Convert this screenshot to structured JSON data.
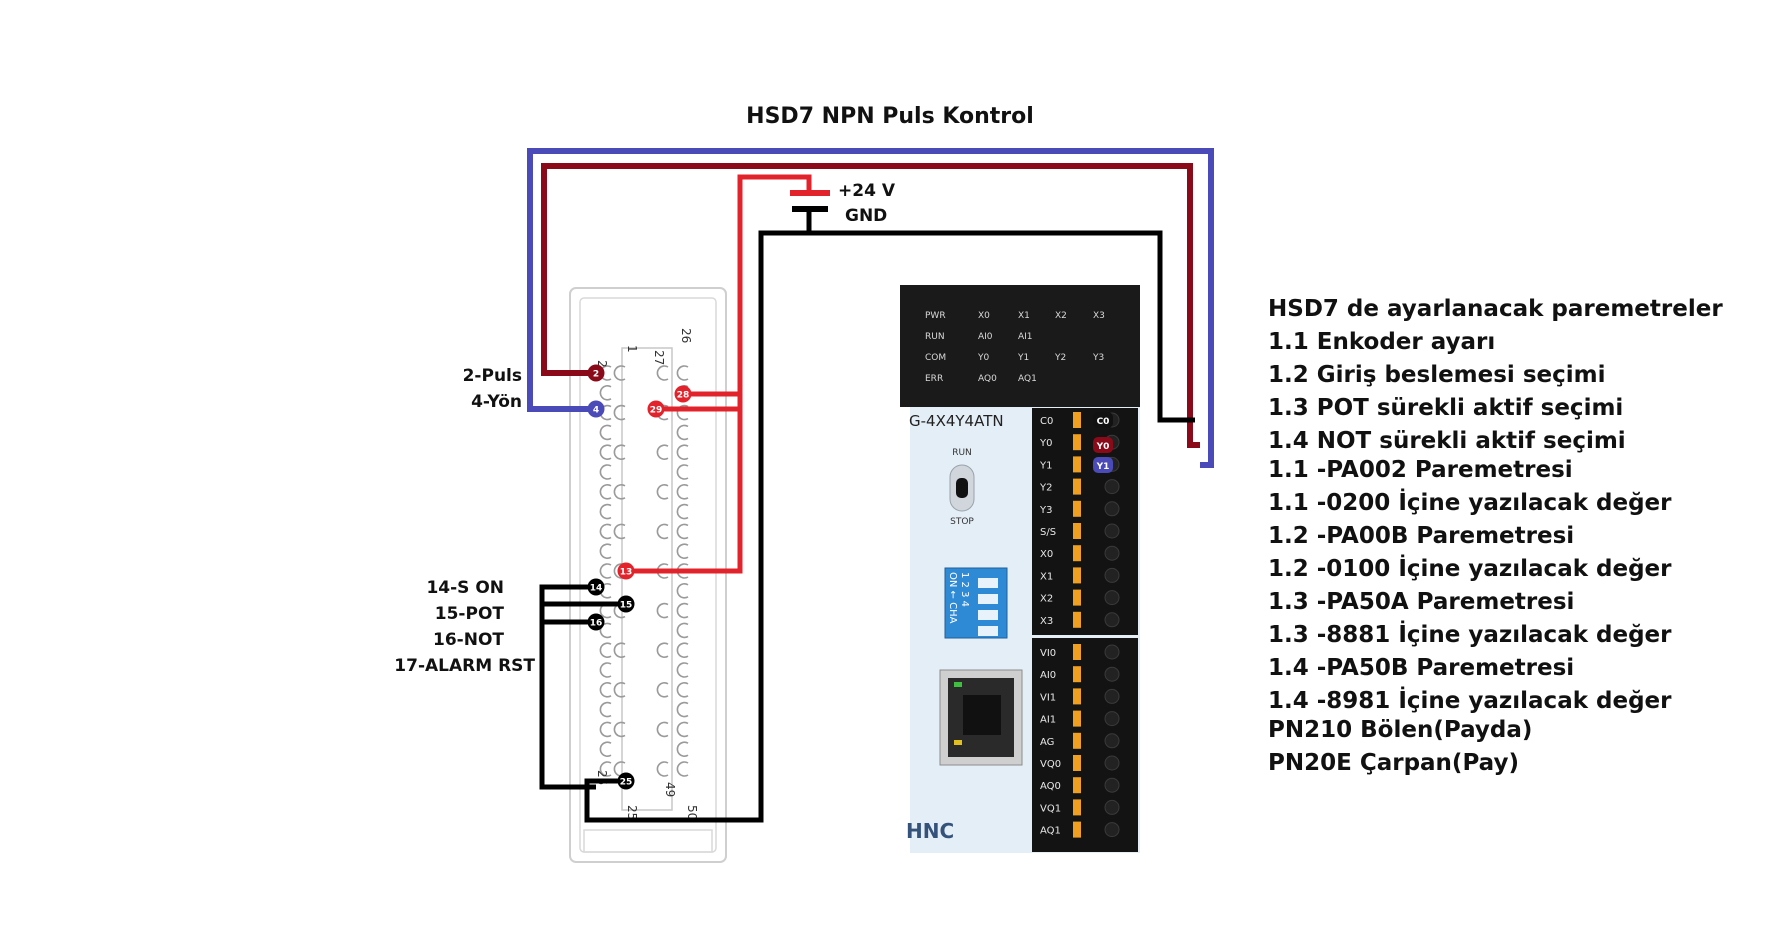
{
  "title": "HSD7 NPN Puls Kontrol",
  "power": {
    "plus": "+24 V",
    "gnd": "GND"
  },
  "drive_connector": {
    "pin_labels": [
      "1",
      "2",
      "27",
      "26",
      "25",
      "49",
      "50",
      "25"
    ],
    "signals": [
      {
        "pin": "2",
        "label": "2-Puls",
        "color": "#8B0A1A"
      },
      {
        "pin": "4",
        "label": "4-Yön",
        "color": "#4A4AB8"
      },
      {
        "pin": "14",
        "label": "14-S ON",
        "color": "#000000"
      },
      {
        "pin": "15",
        "label": "15-POT",
        "color": "#000000"
      },
      {
        "pin": "16",
        "label": "16-NOT",
        "color": "#000000"
      },
      {
        "pin": "",
        "label": "17-ALARM RST",
        "color": "#000000"
      }
    ],
    "dots": [
      {
        "num": "2",
        "color": "#8B0A1A"
      },
      {
        "num": "4",
        "color": "#4A4AB8"
      },
      {
        "num": "28",
        "color": "#E2232B"
      },
      {
        "num": "29",
        "color": "#E2232B"
      },
      {
        "num": "13",
        "color": "#E2232B"
      },
      {
        "num": "14",
        "color": "#000000"
      },
      {
        "num": "15",
        "color": "#000000"
      },
      {
        "num": "16",
        "color": "#000000"
      },
      {
        "num": "25",
        "color": "#000000"
      }
    ]
  },
  "plc": {
    "model": "G-4X4Y4ATN",
    "brand": "HNC",
    "leds": [
      [
        "PWR",
        "X0",
        "X1",
        "X2",
        "X3"
      ],
      [
        "RUN",
        "AI0",
        "AI1",
        "",
        ""
      ],
      [
        "COM",
        "Y0",
        "Y1",
        "Y2",
        "Y3"
      ],
      [
        "ERR",
        "AQ0",
        "AQ1",
        "",
        ""
      ]
    ],
    "switch": {
      "top": "RUN",
      "bottom": "STOP"
    },
    "dip": {
      "numbers": "1 2 3 4",
      "label": "ON ← CHA"
    },
    "terminals_top": [
      "C0",
      "Y0",
      "Y1",
      "Y2",
      "Y3",
      "S/S",
      "X0",
      "X1",
      "X2",
      "X3"
    ],
    "terminals_bottom": [
      "VI0",
      "AI0",
      "VI1",
      "AI1",
      "AG",
      "VQ0",
      "AQ0",
      "VQ1",
      "AQ1"
    ],
    "wired_terminals": [
      {
        "label": "C0",
        "color": "#000000"
      },
      {
        "label": "Y0",
        "color": "#8B0A1A"
      },
      {
        "label": "Y1",
        "color": "#4A4AB8"
      }
    ]
  },
  "wire_colors": {
    "puls": "#8B0A1A",
    "yon": "#4A4AB8",
    "plus24": "#E2232B",
    "gnd": "#000000"
  },
  "parameters": [
    "HSD7 de ayarlanacak paremetreler",
    "1.1 Enkoder ayarı",
    "1.2 Giriş beslemesi seçimi",
    "1.3 POT sürekli aktif seçimi",
    "1.4 NOT sürekli aktif seçimi",
    "1.1 -PA002 Paremetresi",
    "1.1 -0200 İçine yazılacak değer",
    "1.2 -PA00B Paremetresi",
    "1.2 -0100 İçine yazılacak değer",
    "1.3 -PA50A Paremetresi",
    "1.3 -8881 İçine yazılacak değer",
    "1.4 -PA50B Paremetresi",
    "1.4 -8981 İçine yazılacak değer",
    "PN210 Bölen(Payda)",
    "PN20E Çarpan(Pay)"
  ]
}
